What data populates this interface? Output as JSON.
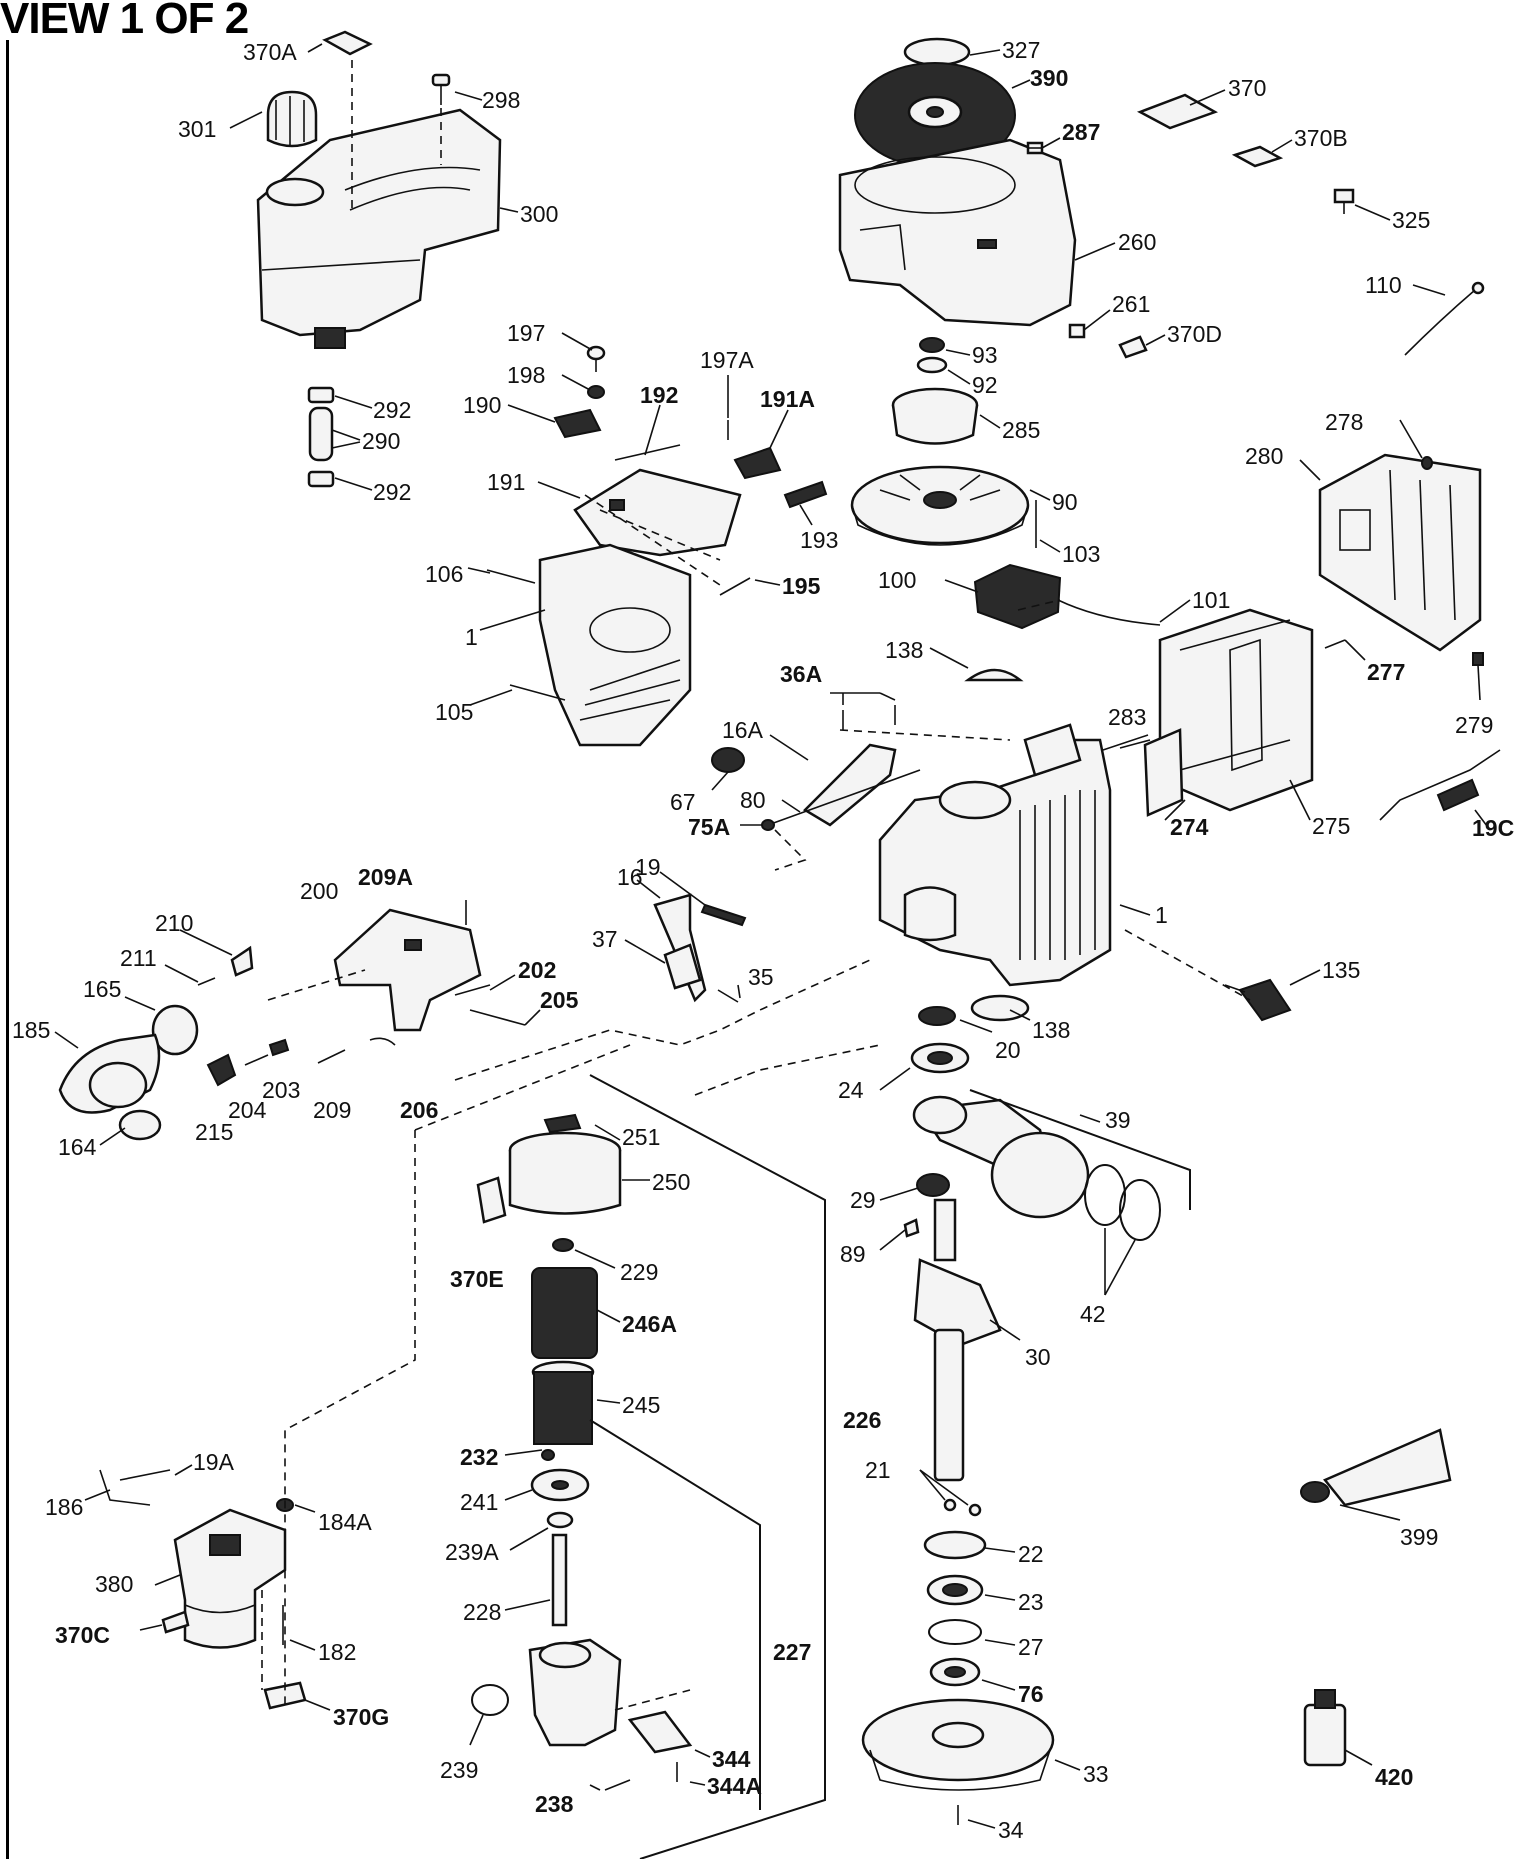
{
  "title": "VIEW 1 OF 2",
  "labels": {
    "l370A": "370A",
    "l298": "298",
    "l301": "301",
    "l300": "300",
    "l292a": "292",
    "l290": "290",
    "l292b": "292",
    "l327": "327",
    "l390": "390",
    "l287": "287",
    "l370": "370",
    "l370B": "370B",
    "l325": "325",
    "l260": "260",
    "l261": "261",
    "l370D": "370D",
    "l110": "110",
    "l197": "197",
    "l198": "198",
    "l190": "190",
    "l192": "192",
    "l197A": "197A",
    "l191A": "191A",
    "l191": "191",
    "l193": "193",
    "l195": "195",
    "l93": "93",
    "l92": "92",
    "l285": "285",
    "l90": "90",
    "l103": "103",
    "l100": "100",
    "l101": "101",
    "l278": "278",
    "l280": "280",
    "l277": "277",
    "l279": "279",
    "l106": "106",
    "l1a": "1",
    "l105": "105",
    "l138a": "138",
    "l36A": "36A",
    "l16A": "16A",
    "l67": "67",
    "l80": "80",
    "l75A": "75A",
    "l283": "283",
    "l274": "274",
    "l275": "275",
    "l19C": "19C",
    "l16": "16",
    "l19": "19",
    "l37": "37",
    "l35": "35",
    "l1b": "1",
    "l209A": "209A",
    "l200": "200",
    "l210": "210",
    "l211": "211",
    "l165": "165",
    "l185": "185",
    "l202": "202",
    "l205": "205",
    "l215": "215",
    "l204": "204",
    "l203": "203",
    "l209": "209",
    "l206": "206",
    "l164": "164",
    "l135": "135",
    "l138b": "138",
    "l20": "20",
    "l24": "24",
    "l39": "39",
    "l29": "29",
    "l89": "89",
    "l42": "42",
    "l30": "30",
    "l251": "251",
    "l250": "250",
    "l370E": "370E",
    "l229": "229",
    "l246A": "246A",
    "l245": "245",
    "l226": "226",
    "l232": "232",
    "l241": "241",
    "l239A": "239A",
    "l228": "228",
    "l227": "227",
    "l239": "239",
    "l238": "238",
    "l344": "344",
    "l344A": "344A",
    "l19A": "19A",
    "l186": "186",
    "l184A": "184A",
    "l380": "380",
    "l182": "182",
    "l370C": "370C",
    "l370G": "370G",
    "l21": "21",
    "l22": "22",
    "l23": "23",
    "l27": "27",
    "l76": "76",
    "l33": "33",
    "l34": "34",
    "l399": "399",
    "l420": "420"
  }
}
